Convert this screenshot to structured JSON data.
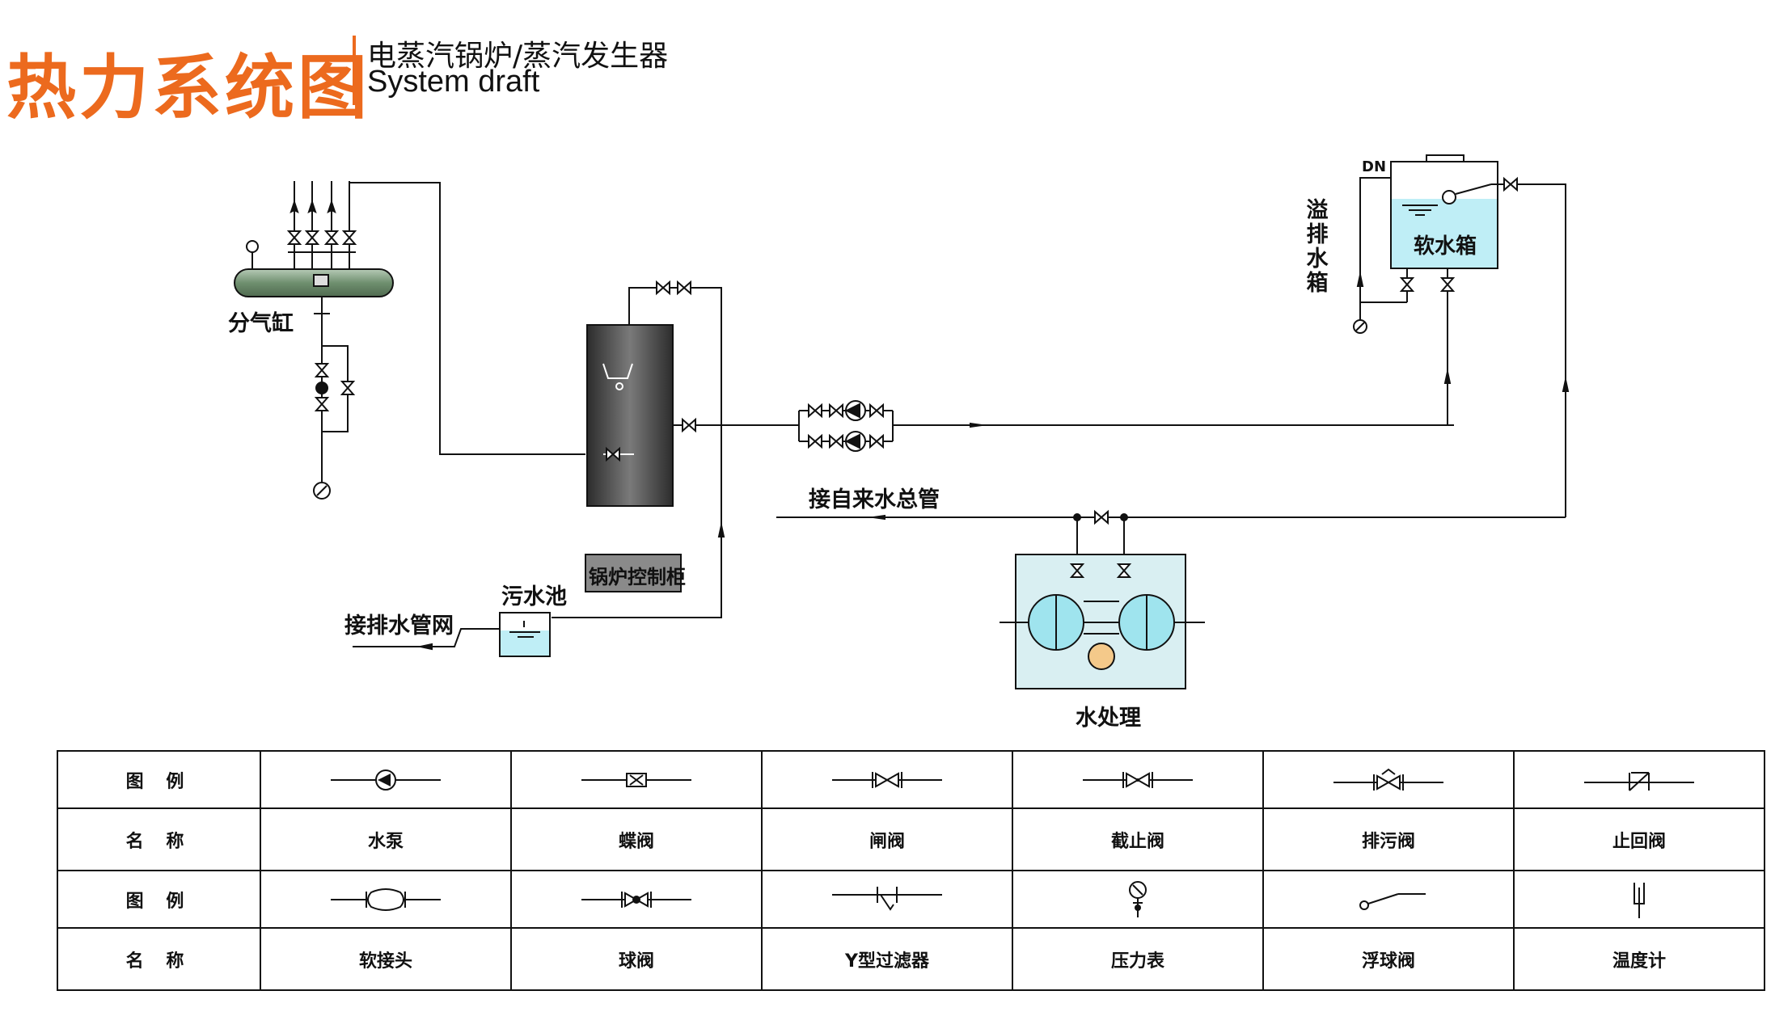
{
  "header": {
    "title": "热力系统图",
    "subtitle_cn": "电蒸汽锅炉/蒸汽发生器",
    "subtitle_en": "System draft"
  },
  "labels": {
    "header_tank": "分气缸",
    "overflow_tank": "溢排水箱",
    "soft_tank": "软水箱",
    "dn": "DN",
    "water_main": "接自来水总管",
    "control_cabinet": "锅炉控制柜",
    "sewage_pool": "污水池",
    "drain_network": "接排水管网",
    "water_treatment": "水处理"
  },
  "legend": {
    "head_symbol": "图 例",
    "head_name": "名 称",
    "row1": [
      {
        "icon": "pump-symbol-icon",
        "name": "水泵"
      },
      {
        "icon": "butterfly-valve-symbol-icon",
        "name": "蝶阀"
      },
      {
        "icon": "gate-valve-symbol-icon",
        "name": "闸阀"
      },
      {
        "icon": "globe-valve-symbol-icon",
        "name": "截止阀"
      },
      {
        "icon": "blowdown-valve-symbol-icon",
        "name": "排污阀"
      },
      {
        "icon": "check-valve-symbol-icon",
        "name": "止回阀"
      }
    ],
    "row2": [
      {
        "icon": "flexible-joint-symbol-icon",
        "name": "软接头"
      },
      {
        "icon": "ball-valve-symbol-icon",
        "name": "球阀"
      },
      {
        "icon": "y-strainer-symbol-icon",
        "name": "Y型过滤器"
      },
      {
        "icon": "pressure-gauge-symbol-icon",
        "name": "压力表"
      },
      {
        "icon": "float-valve-symbol-icon",
        "name": "浮球阀"
      },
      {
        "icon": "thermometer-symbol-icon",
        "name": "温度计"
      }
    ]
  },
  "colors": {
    "accent": "#ec6a1e",
    "water": "#bfeef6",
    "pool_bg": "#d9eff2",
    "header_tank": "#7c9a7c",
    "boiler": "#555555"
  }
}
